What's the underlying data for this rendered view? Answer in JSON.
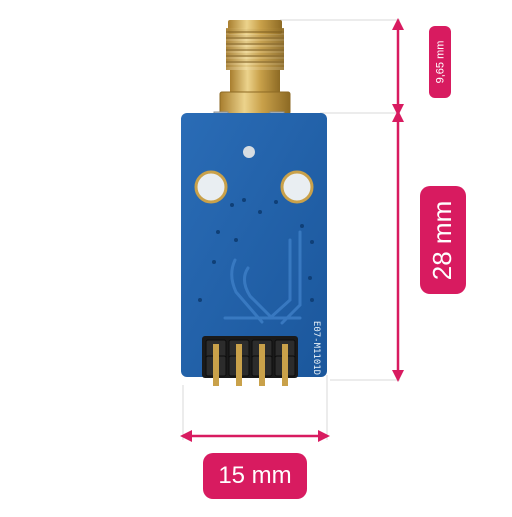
{
  "product_photo": {
    "module_marking": "E07-M1101D"
  },
  "dimensions": {
    "connector_height": "9,65 mm",
    "board_height": "28 mm",
    "board_width": "15 mm"
  },
  "colors": {
    "accent": "#d81b60",
    "pcb": "#1f5fa8",
    "pcb_dark": "#174a86",
    "gold": "#c9a14a",
    "header": "#1a1a1a",
    "guide_line": "#d9d9d9"
  }
}
